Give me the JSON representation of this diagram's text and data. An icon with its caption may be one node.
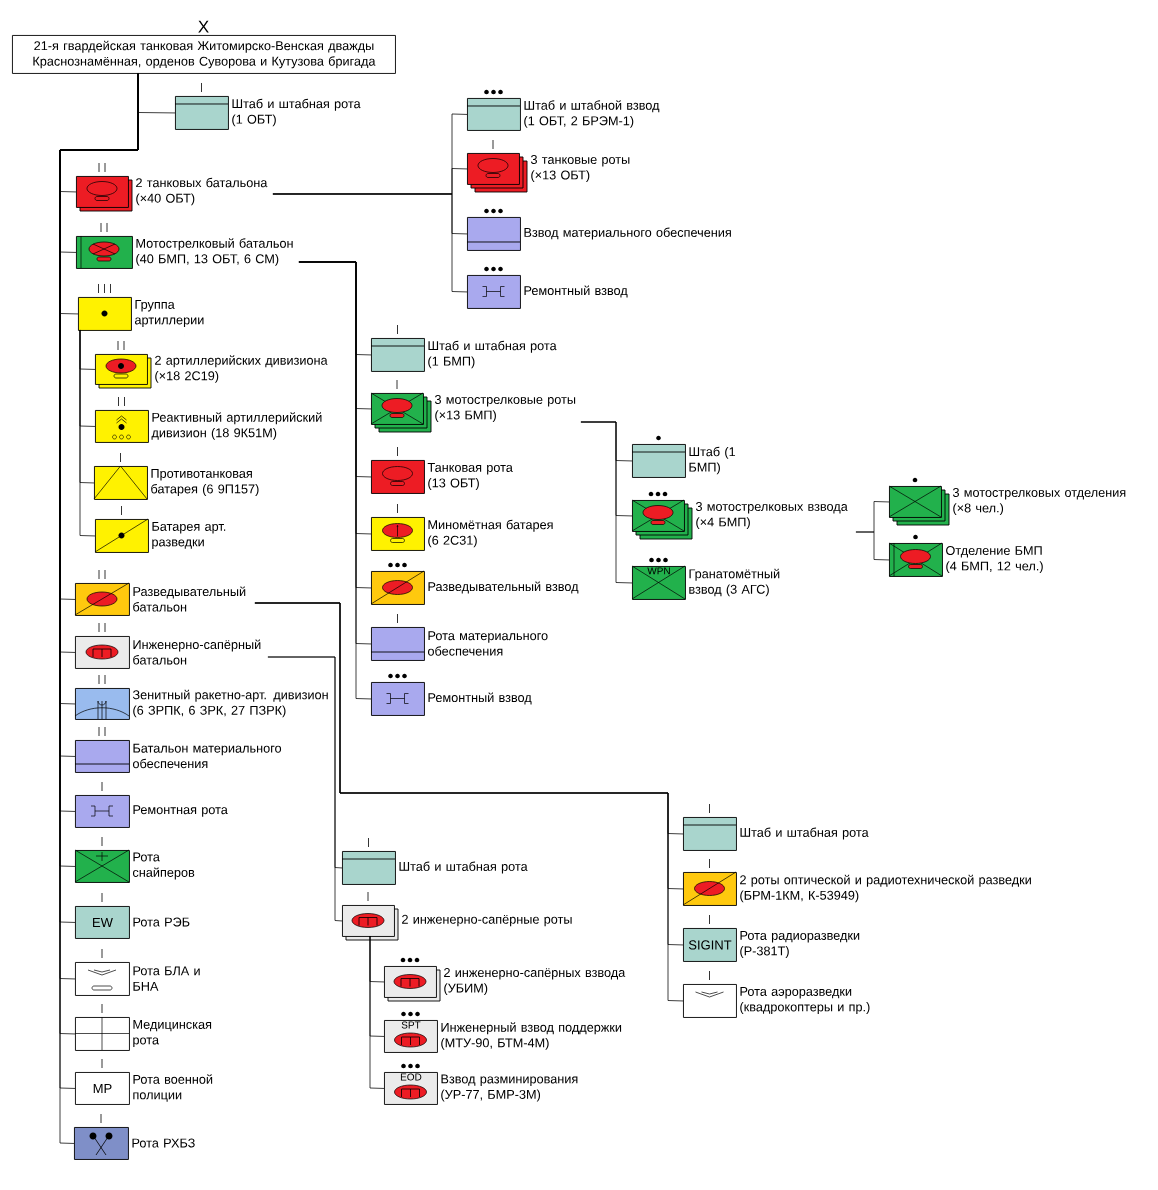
{
  "diagram": {
    "nodes": [
      {
        "text": [
          "X",
          "21-я гвардейская танковая Житомирско-Венская дважды Краснознамённая, орденов Суворова и Кутузова бригада"
        ]
      },
      {
        "text": [],
        "shape": "box",
        "beside": [
          "Штаб и штабная рота (1 ОБТ)"
        ]
      },
      {
        "text": [],
        "shape": "box",
        "beside": [
          "2 танковых батальона (×40 ОБТ)"
        ]
      },
      {
        "text": [],
        "shape": "box",
        "beside": [
          "Мотострелковый батальон (40 БМП, 13 ОБТ, 6 СМ)"
        ]
      },
      {
        "text": [],
        "shape": "box",
        "beside": [
          "Группа артиллерии"
        ]
      },
      {
        "text": [],
        "shape": "box",
        "beside": [
          "2 артиллерийских дивизиона (×18 2С19)"
        ]
      },
      {
        "text": [],
        "shape": "box",
        "beside": [
          "Реактивный артиллерийский дивизион (18 9К51М)"
        ]
      },
      {
        "text": [],
        "shape": "box",
        "beside": [
          "Противотанковая батарея (6 9П157)"
        ]
      },
      {
        "text": [],
        "shape": "box",
        "beside": [
          "Батарея арт. разведки"
        ]
      },
      {
        "text": [],
        "shape": "box",
        "beside": [
          "Разведывательный батальон"
        ]
      },
      {
        "text": [],
        "shape": "box",
        "beside": [
          "Инженерно-сапёрный батальон"
        ]
      },
      {
        "text": [],
        "shape": "box",
        "beside": [
          "Зенитный ракетно-арт. дивизион (6 ЗРПК, 6 ЗРК, 27 ПЗРК)"
        ]
      },
      {
        "text": [],
        "shape": "box",
        "beside": [
          "Батальон материального обеспечения"
        ]
      },
      {
        "text": [],
        "shape": "box",
        "beside": [
          "Ремонтная рота"
        ]
      },
      {
        "text": [],
        "shape": "box",
        "beside": [
          "Рота снайперов"
        ]
      },
      {
        "text": [
          "EW"
        ],
        "beside": [
          "Рота РЭБ"
        ]
      },
      {
        "text": [],
        "shape": "box",
        "beside": [
          "Рота БЛА и БНА"
        ]
      },
      {
        "text": [],
        "shape": "box",
        "beside": [
          "Медицинская рота"
        ]
      },
      {
        "text": [
          "MP"
        ],
        "beside": [
          "Рота военной полиции"
        ]
      },
      {
        "text": [],
        "shape": "box",
        "beside": [
          "Рота РХБЗ"
        ]
      },
      {
        "text": [],
        "shape": "box",
        "beside": [
          "Штаб и штабной взвод (1 ОБТ, 2 БРЭМ-1)"
        ]
      },
      {
        "text": [],
        "shape": "box",
        "beside": [
          "3 танковые роты (×13 ОБТ)"
        ]
      },
      {
        "text": [],
        "shape": "box",
        "beside": [
          "Взвод материального обеспечения"
        ]
      },
      {
        "text": [],
        "shape": "box",
        "beside": [
          "Ремонтный взвод"
        ]
      },
      {
        "text": [],
        "shape": "box",
        "beside": [
          "Штаб и штабная рота (1 БМП)"
        ]
      },
      {
        "text": [],
        "shape": "box",
        "beside": [
          "3 мотострелковые роты (×13 БМП)"
        ]
      },
      {
        "text": [],
        "shape": "box",
        "beside": [
          "Танковая рота (13 ОБТ)"
        ]
      },
      {
        "text": [],
        "shape": "box",
        "beside": [
          "Миномётная батарея (6 2С31)"
        ]
      },
      {
        "text": [],
        "shape": "box",
        "beside": [
          "Разведывательный взвод"
        ]
      },
      {
        "text": [],
        "shape": "box",
        "beside": [
          "Рота материального обеспечения"
        ]
      },
      {
        "text": [],
        "shape": "box",
        "beside": [
          "Ремонтный взвод"
        ]
      },
      {
        "text": [],
        "shape": "box",
        "beside": [
          "Штаб (1 БМП)"
        ]
      },
      {
        "text": [],
        "shape": "box",
        "beside": [
          "3 мотострелковых взвода (×4 БМП)"
        ]
      },
      {
        "text": [
          "WPN"
        ],
        "beside": [
          "Гранатомётный взвод (3 АГС)"
        ]
      },
      {
        "text": [],
        "shape": "box",
        "beside": [
          "3 мотострелковых отделения (×8 чел.)"
        ]
      },
      {
        "text": [],
        "shape": "box",
        "beside": [
          "Отделение БМП (4 БМП, 12 чел.)"
        ]
      },
      {
        "text": [],
        "shape": "box",
        "beside": [
          "Штаб и штабная рота"
        ]
      },
      {
        "text": [],
        "shape": "box",
        "beside": [
          "2 роты оптической и радиотехнической разведки (БРМ-1КМ, К-53949)"
        ]
      },
      {
        "text": [
          "SIGINT"
        ],
        "beside": [
          "Рота радиоразведки (Р-381Т)"
        ]
      },
      {
        "text": [],
        "shape": "box",
        "beside": [
          "Рота аэроразведки (квадрокоптеры и пр.)"
        ]
      },
      {
        "text": [],
        "shape": "box",
        "beside": [
          "Штаб и штабная рота"
        ]
      },
      {
        "text": [],
        "shape": "box",
        "beside": [
          "2 инженерно-сапёрные роты"
        ]
      },
      {
        "text": [],
        "shape": "box",
        "beside": [
          "2 инженерно-сапёрных взвода (УБИМ)"
        ]
      },
      {
        "text": [
          "SPT"
        ],
        "beside": [
          "Инженерный взвод поддержки (МТУ-90, БТМ-4М)"
        ]
      },
      {
        "text": [
          "EOD"
        ],
        "beside": [
          "Взвод разминирования (УР-77, БМР-3М)"
        ]
      }
    ],
    "edges": [
      {
        "from": 0,
        "to": 1,
        "arrow": "none"
      },
      {
        "from": 0,
        "to": 2,
        "arrow": "none"
      },
      {
        "from": 0,
        "to": 3,
        "arrow": "none"
      },
      {
        "from": 0,
        "to": 4,
        "arrow": "none"
      },
      {
        "from": 4,
        "to": 5,
        "arrow": "none"
      },
      {
        "from": 4,
        "to": 6,
        "arrow": "none"
      },
      {
        "from": 4,
        "to": 7,
        "arrow": "none"
      },
      {
        "from": 4,
        "to": 8,
        "arrow": "none"
      },
      {
        "from": 0,
        "to": 9,
        "arrow": "none"
      },
      {
        "from": 0,
        "to": 10,
        "arrow": "none"
      },
      {
        "from": 0,
        "to": 11,
        "arrow": "none"
      },
      {
        "from": 0,
        "to": 12,
        "arrow": "none"
      },
      {
        "from": 0,
        "to": 13,
        "arrow": "none"
      },
      {
        "from": 0,
        "to": 14,
        "arrow": "none"
      },
      {
        "from": 0,
        "to": 15,
        "arrow": "none"
      },
      {
        "from": 0,
        "to": 16,
        "arrow": "none"
      },
      {
        "from": 0,
        "to": 17,
        "arrow": "none"
      },
      {
        "from": 0,
        "to": 18,
        "arrow": "none"
      },
      {
        "from": 0,
        "to": 19,
        "arrow": "none"
      },
      {
        "from": 2,
        "to": 20,
        "arrow": "none"
      },
      {
        "from": 2,
        "to": 21,
        "arrow": "none"
      },
      {
        "from": 2,
        "to": 22,
        "arrow": "none"
      },
      {
        "from": 2,
        "to": 23,
        "arrow": "none"
      },
      {
        "from": 3,
        "to": 24,
        "arrow": "none"
      },
      {
        "from": 3,
        "to": 25,
        "arrow": "none"
      },
      {
        "from": 3,
        "to": 26,
        "arrow": "none"
      },
      {
        "from": 3,
        "to": 27,
        "arrow": "none"
      },
      {
        "from": 3,
        "to": 28,
        "arrow": "none"
      },
      {
        "from": 3,
        "to": 29,
        "arrow": "none"
      },
      {
        "from": 3,
        "to": 30,
        "arrow": "none"
      },
      {
        "from": 25,
        "to": 31,
        "arrow": "none"
      },
      {
        "from": 25,
        "to": 32,
        "arrow": "none"
      },
      {
        "from": 25,
        "to": 33,
        "arrow": "none"
      },
      {
        "from": 32,
        "to": 34,
        "arrow": "none"
      },
      {
        "from": 32,
        "to": 35,
        "arrow": "none"
      },
      {
        "from": 9,
        "to": 36,
        "arrow": "none"
      },
      {
        "from": 9,
        "to": 37,
        "arrow": "none"
      },
      {
        "from": 9,
        "to": 38,
        "arrow": "none"
      },
      {
        "from": 9,
        "to": 39,
        "arrow": "none"
      },
      {
        "from": 10,
        "to": 40,
        "arrow": "none"
      },
      {
        "from": 10,
        "to": 41,
        "arrow": "none"
      },
      {
        "from": 41,
        "to": 42,
        "arrow": "none"
      },
      {
        "from": 41,
        "to": 43,
        "arrow": "none"
      },
      {
        "from": 41,
        "to": 44,
        "arrow": "none"
      }
    ]
  }
}
